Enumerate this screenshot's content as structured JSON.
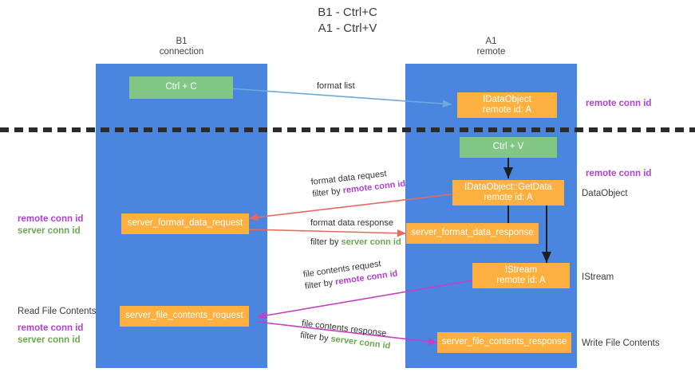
{
  "title": {
    "line1": "B1 - Ctrl+C",
    "line2": "A1 - Ctrl+V"
  },
  "lanes": [
    {
      "name": "B1",
      "role": "connection"
    },
    {
      "name": "A1",
      "role": "remote"
    }
  ],
  "nodes": {
    "ctrl_c": {
      "label": "Ctrl + C"
    },
    "idataobject": {
      "line1": "IDataObject",
      "line2": "remote id: A"
    },
    "ctrl_v": {
      "label": "Ctrl + V"
    },
    "getdata": {
      "line1": "IDataObject::GetData",
      "line2": "remote id: A"
    },
    "server_format_data_request": {
      "label": "server_format_data_request"
    },
    "server_format_data_response": {
      "label": "server_format_data_response"
    },
    "istream": {
      "line1": "IStream",
      "line2": "remote id: A"
    },
    "server_file_contents_request": {
      "label": "server_file_contents_request"
    },
    "server_file_contents_response": {
      "label": "server_file_contents_response"
    }
  },
  "edges": {
    "format_list": {
      "text": "format list"
    },
    "format_data_request": {
      "text": "format data request",
      "filter_prefix": "filter by ",
      "filter_key": "remote conn id"
    },
    "format_data_response": {
      "text": "format data response",
      "filter_prefix": "filter by ",
      "filter_key": "server conn id"
    },
    "file_contents_request": {
      "text": "file contents request",
      "filter_prefix": "filter by ",
      "filter_key": "remote conn id"
    },
    "file_contents_response": {
      "text": "file contents response",
      "filter_prefix": "filter by ",
      "filter_key": "server conn id"
    }
  },
  "annotations": {
    "left_middle": {
      "remote": "remote conn id",
      "server": "server conn id"
    },
    "left_bottom": {
      "heading": "Read File Contents",
      "remote": "remote conn id",
      "server": "server conn id"
    },
    "right_top": {
      "text": "remote conn id"
    },
    "right_getdata": {
      "text": "remote conn id"
    },
    "right_dataobject": {
      "text": "DataObject"
    },
    "right_istream": {
      "text": "IStream"
    },
    "right_write": {
      "text": "Write File Contents"
    }
  },
  "colors": {
    "lane": "#4a86e0",
    "green_node": "#82c785",
    "orange_node": "#fbb040",
    "purple": "#b13fd6",
    "green_text": "#6aa84f",
    "blue_arrow": "#6fa8dc",
    "red_arrow": "#e8685d",
    "magenta_arrow": "#c53fc5",
    "dark_arrow": "#1f1f1f",
    "divider": "#2b2b2b"
  }
}
